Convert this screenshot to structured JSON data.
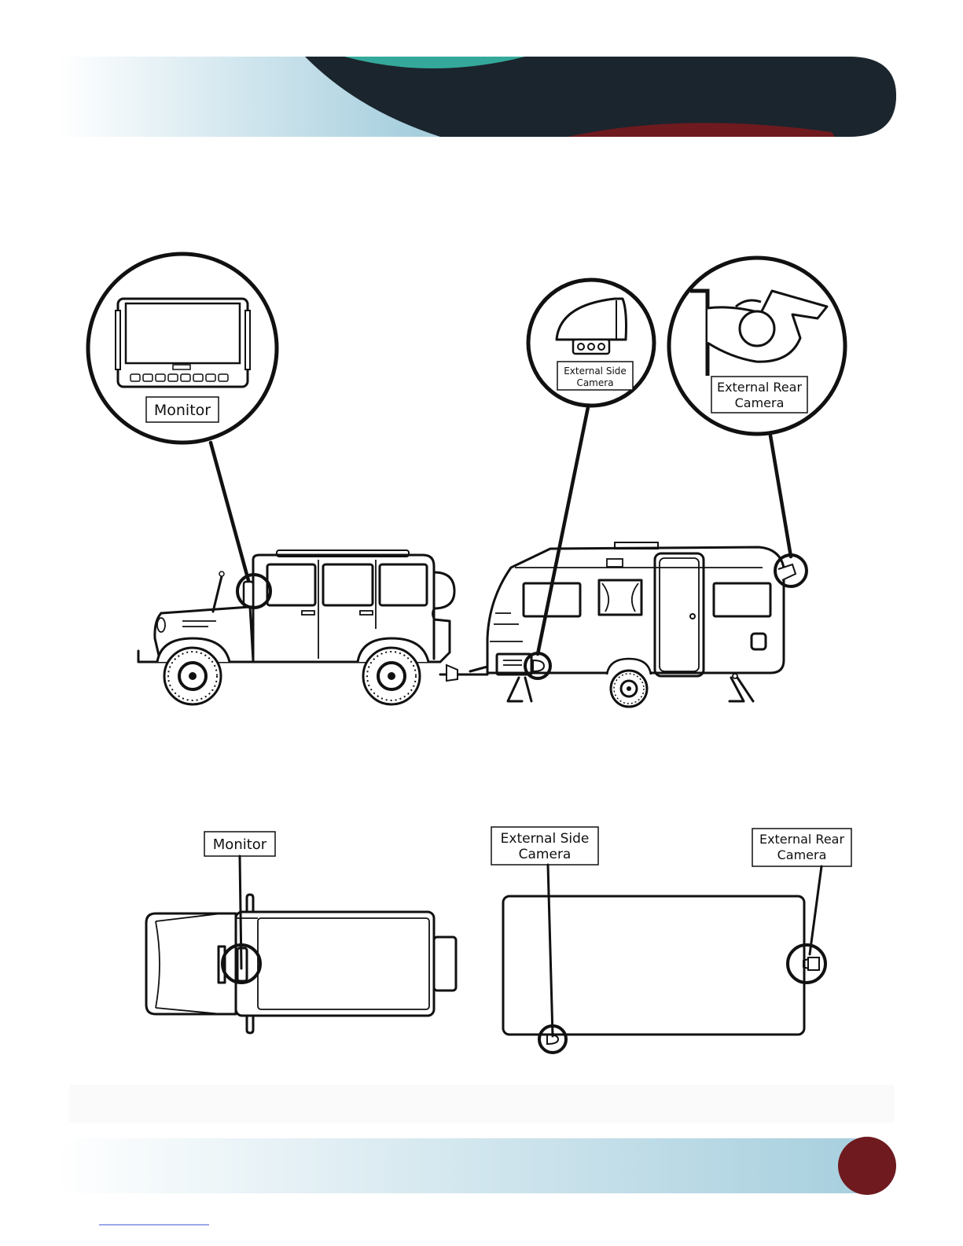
{
  "colors": {
    "banner_gradient_start": "#ffffff",
    "banner_gradient_end": "#a7cfde",
    "banner_dark": "#1b252d",
    "banner_teal": "#34a99b",
    "banner_maroon": "#6e1a1f",
    "page_number_badge": "#6e1a1f",
    "line": "#111111"
  },
  "side_view": {
    "callouts": {
      "monitor": "Monitor",
      "side_camera_line1": "External Side",
      "side_camera_line2": "Camera",
      "rear_camera_line1": "External Rear",
      "rear_camera_line2": "Camera"
    }
  },
  "top_view": {
    "callouts": {
      "monitor": "Monitor",
      "side_camera_line1": "External Side",
      "side_camera_line2": "Camera",
      "rear_camera_line1": "External Rear",
      "rear_camera_line2": "Camera"
    }
  },
  "icons": [
    "monitor-icon",
    "side-camera-icon",
    "rear-camera-icon",
    "suv-icon",
    "caravan-icon"
  ]
}
